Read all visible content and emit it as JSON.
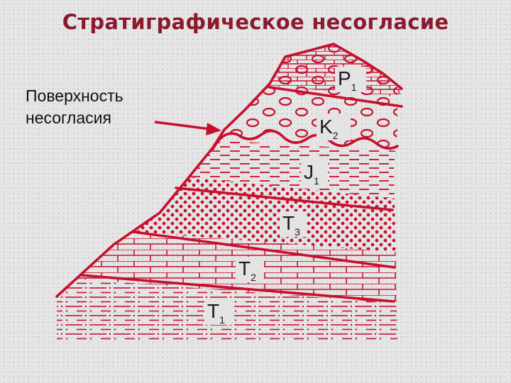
{
  "title": "Стратиграфическое несогласие",
  "callout": {
    "line1": "Поверхность",
    "line2": "несогласия"
  },
  "layers": [
    {
      "sym": "P",
      "sub": "1"
    },
    {
      "sym": "K",
      "sub": "2"
    },
    {
      "sym": "J",
      "sub": "1"
    },
    {
      "sym": "T",
      "sub": "3"
    },
    {
      "sym": "T",
      "sub": "2"
    },
    {
      "sym": "T",
      "sub": "1"
    }
  ],
  "colors": {
    "accent": "#8b1a2f",
    "line": "#c8102e"
  }
}
